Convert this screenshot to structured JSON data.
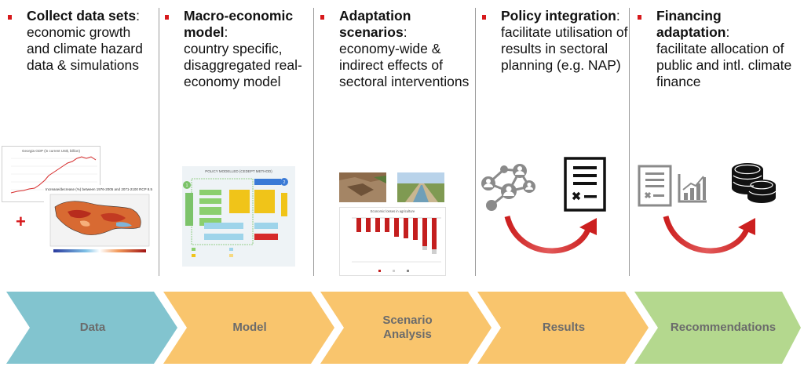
{
  "columns": [
    {
      "title": "Collect data sets",
      "title_suffix": ":",
      "body": "economic growth and climate hazard data & simulations"
    },
    {
      "title": "Macro-economic model",
      "title_suffix": ":",
      "body": "country specific, disaggregated real-economy model"
    },
    {
      "title": "Adaptation scenarios",
      "title_suffix": ":",
      "body": "economy-wide & indirect effects of sectoral interventions"
    },
    {
      "title": "Policy integration",
      "title_suffix": ":",
      "body": "facilitate utilisation of results in sectoral planning (e.g. NAP)"
    },
    {
      "title": "Financing adaptation",
      "title_suffix": ":",
      "body": "facilitate allocation of public and intl. climate finance"
    }
  ],
  "visuals": {
    "gdp_chart_title": "Georgia GDP (in current US$, billion)",
    "map_title": "Increase/decrease (%) between 1976-2005 and 2071-2100 RCP 8.5",
    "plus_sign": "+",
    "model_diagram_title": "POLICY MODELLED (CEDEPT METHOD)",
    "model_diagram_badge_left": "1",
    "model_diagram_badge_right": "2",
    "scenario_chart_title": "Economic losses in agriculture"
  },
  "stages": [
    {
      "label": "Data",
      "color": "#82c4cf"
    },
    {
      "label": "Model",
      "color": "#f9c56d"
    },
    {
      "label": "Scenario Analysis",
      "color": "#f9c56d"
    },
    {
      "label": "Results",
      "color": "#f9c56d"
    },
    {
      "label": "Recommendations",
      "color": "#b4d88e"
    }
  ],
  "colors": {
    "bullet": "#d7191c",
    "arrow_red": "#cc1f1f",
    "label_grey": "#6b6b6b",
    "icon_dark": "#111111",
    "icon_grey": "#8a8a8a"
  }
}
